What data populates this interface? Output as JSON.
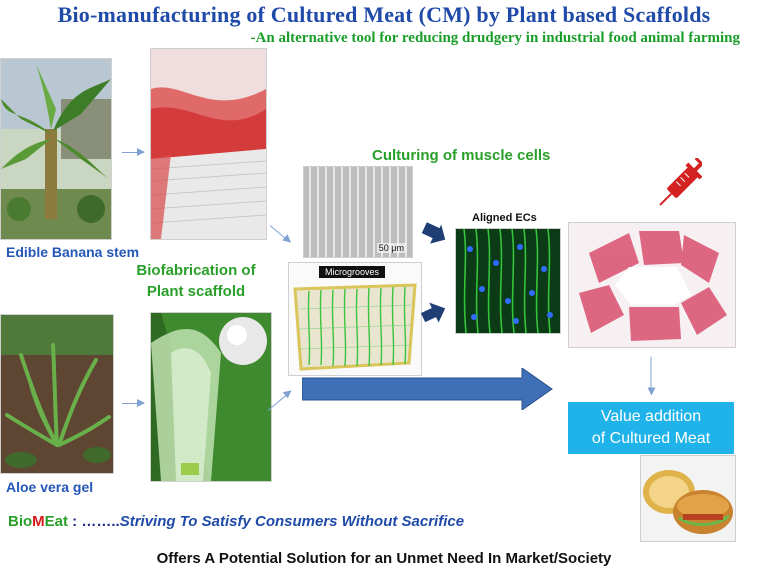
{
  "title": "Bio-manufacturing of Cultured Meat (CM) by Plant based Scaffolds",
  "subtitle": "-An alternative tool for reducing drudgery in industrial food animal farming",
  "labels": {
    "banana_stem": "Edible Banana stem",
    "biofabrication_line1": "Biofabrication of",
    "biofabrication_line2": "Plant scaffold",
    "culturing": "Culturing of muscle cells",
    "aligned": "Aligned ECs",
    "microgrooves": "Microgrooves",
    "scale": "50 μm",
    "aloe": "Aloe vera gel"
  },
  "value_box": {
    "line1": "Value addition",
    "line2": "of Cultured Meat"
  },
  "tagline": {
    "bio": "Bio",
    "m": "M",
    "eat": "Eat",
    "dots": " : ……..",
    "strive": "Striving To Satisfy Consumers Without Sacrifice"
  },
  "footer": "Offers A Potential Solution for an Unmet Need In Market/Society",
  "colors": {
    "title": "#1f4aa8",
    "subtitle": "#1a9e2a",
    "value_box": "#1fb3ea",
    "big_arrow": "#3f6fb6"
  }
}
